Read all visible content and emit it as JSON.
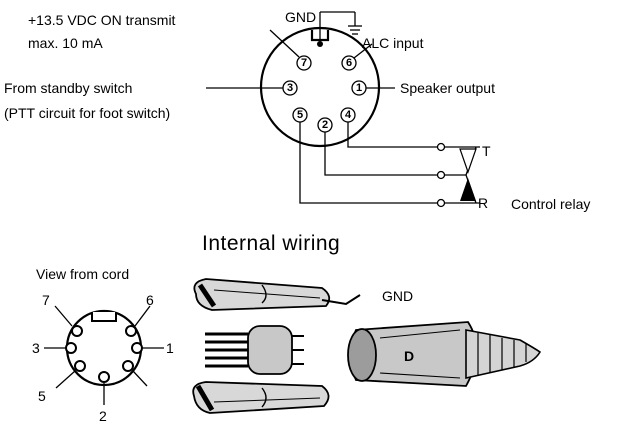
{
  "top_diagram": {
    "labels": {
      "vdc_line1": "+13.5 VDC ON transmit",
      "vdc_line2": "max. 10 mA",
      "gnd": "GND",
      "alc": "ALC input",
      "standby_line1": "From standby switch",
      "standby_line2": "(PTT circuit for foot switch)",
      "speaker": "Speaker output",
      "control_relay": "Control relay",
      "t": "T",
      "r": "R"
    },
    "pins": [
      "7",
      "6",
      "3",
      "1",
      "5",
      "2",
      "4"
    ]
  },
  "bottom_diagram": {
    "title": "Internal wiring",
    "view_label": "View from cord",
    "gnd": "GND",
    "plug_mark": "D",
    "pins": {
      "p7": "7",
      "p6": "6",
      "p3": "3",
      "p1": "1",
      "p5": "5",
      "p2": "2"
    }
  }
}
